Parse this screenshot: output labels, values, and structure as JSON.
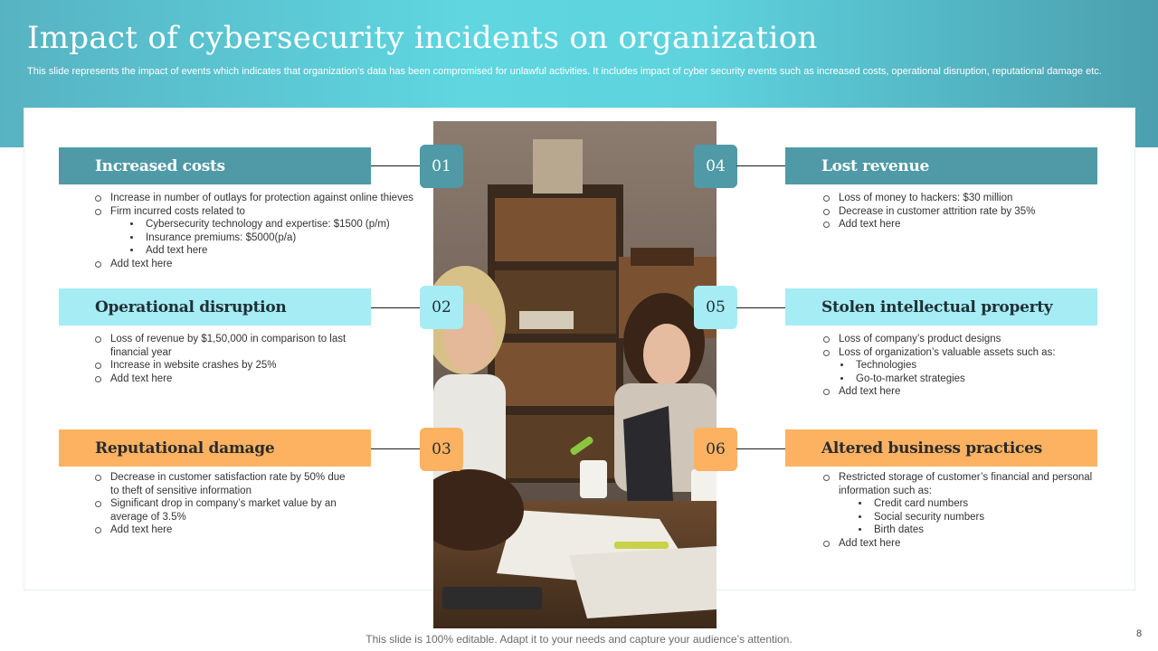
{
  "slide": {
    "title": "Impact of cybersecurity incidents on organization",
    "subtitle": "This slide represents the impact of events which indicates that organization’s data has been compromised for unlawful activities. It includes impact of cyber security events such as increased costs, operational disruption, reputational damage etc.",
    "footer": "This slide is 100% editable. Adapt it to your needs and capture your audience’s attention.",
    "page_number": "8"
  },
  "colors": {
    "teal": "#4f9aa6",
    "cyan": "#a6ecf4",
    "orange": "#fdb262",
    "header_gradient_mid": "#5fd6e0"
  },
  "items": [
    {
      "number": "01",
      "title": "Increased costs",
      "points": [
        "Increase in number of outlays for protection against online thieves",
        "Firm incurred costs related to",
        "Add text here"
      ],
      "subpoints": [
        "Cybersecurity technology and expertise: $1500 (p/m)",
        "Insurance premiums: $5000(p/a)",
        "Add text here"
      ]
    },
    {
      "number": "02",
      "title": "Operational disruption",
      "points": [
        "Loss of revenue by $1,50,000 in comparison to last financial year",
        "Increase in website crashes by 25%",
        "Add text here"
      ]
    },
    {
      "number": "03",
      "title": "Reputational damage",
      "points": [
        "Decrease in customer satisfaction rate by 50% due to theft of sensitive information",
        "Significant drop in company’s market value  by an average of 3.5%",
        "Add text here"
      ]
    },
    {
      "number": "04",
      "title": "Lost revenue",
      "points": [
        "Loss of money to  hackers: $30 million",
        "Decrease in customer attrition rate by 35%",
        "Add text here"
      ]
    },
    {
      "number": "05",
      "title": "Stolen intellectual property",
      "points": [
        "Loss of company’s product designs",
        "Loss of organization’s valuable assets such as:",
        "Add text here"
      ],
      "subpoints": [
        "Technologies",
        "Go-to-market strategies"
      ]
    },
    {
      "number": "06",
      "title": "Altered business practices",
      "points": [
        "Restricted storage of customer’s financial and personal information such as:",
        "Add text here"
      ],
      "subpoints": [
        "Credit card numbers",
        "Social security numbers",
        "Birth dates"
      ]
    }
  ]
}
